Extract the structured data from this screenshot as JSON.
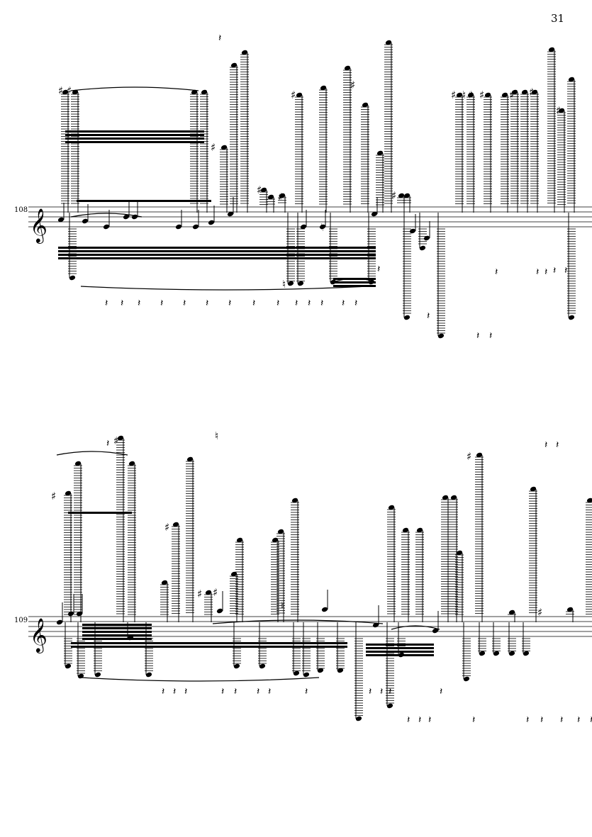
{
  "page": {
    "number": "31"
  },
  "systems": [
    {
      "measure_number": "108"
    },
    {
      "measure_number": "109"
    }
  ],
  "symbols": {
    "treble_clef": "𝄞",
    "quarter_rest": "𝄽",
    "sharp": "♯",
    "natural": "♮"
  }
}
